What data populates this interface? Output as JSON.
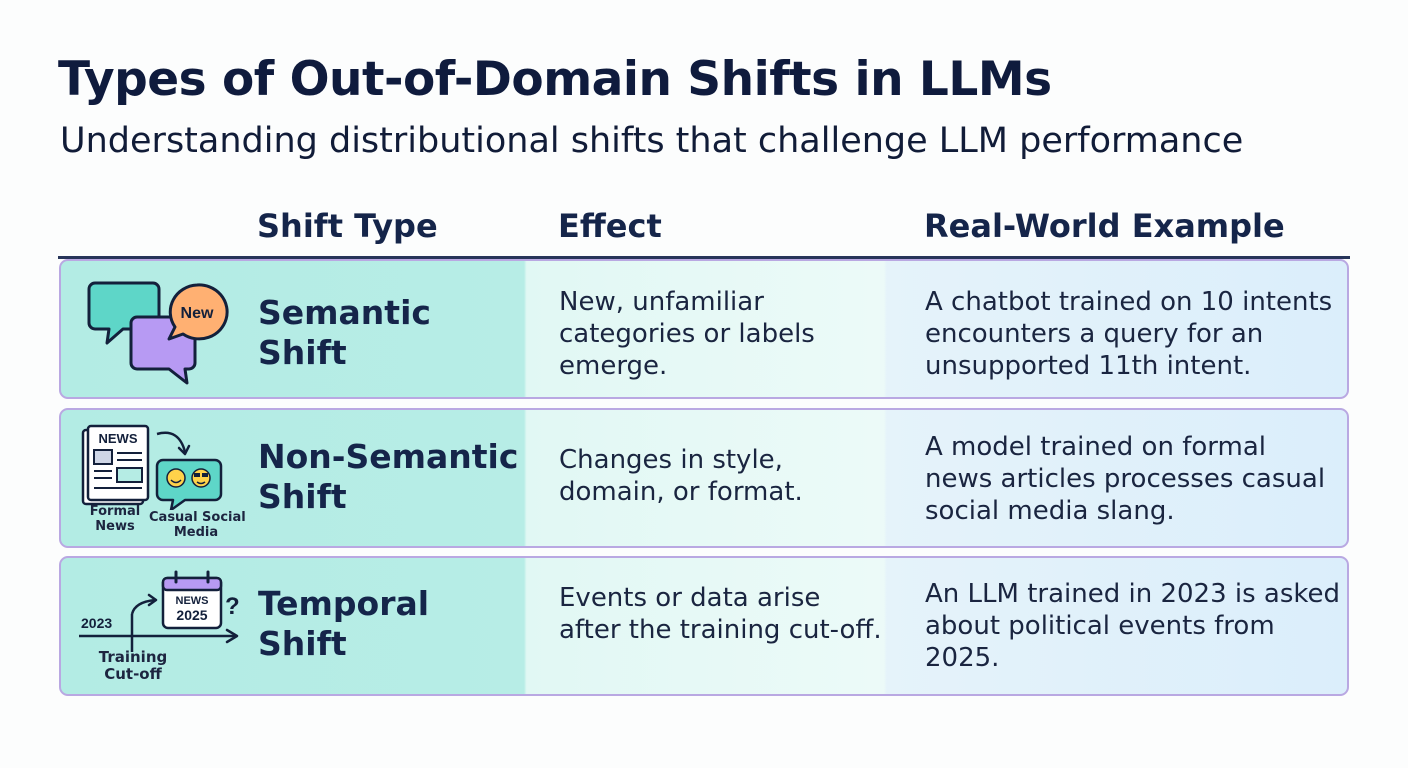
{
  "header": {
    "title": "Types of Out-of-Domain Shifts in LLMs",
    "subtitle": "Understanding distributional shifts that challenge LLM performance"
  },
  "columns": {
    "shift_type": "Shift Type",
    "effect": "Effect",
    "example": "Real-World Example"
  },
  "rows": [
    {
      "name_line1": "Semantic",
      "name_line2": "Shift",
      "icon_text": "New",
      "effect_lines": [
        "New, unfamiliar",
        "categories or labels",
        "emerge."
      ],
      "example_lines": [
        "A chatbot trained on 10 intents",
        "encounters a query for an",
        "unsupported 11th intent."
      ]
    },
    {
      "name_line1": "Non-Semantic",
      "name_line2": "Shift",
      "icon_news": "NEWS",
      "icon_label_left_1": "Formal",
      "icon_label_left_2": "News",
      "icon_label_right_1": "Casual Social",
      "icon_label_right_2": "Media",
      "effect_lines": [
        "Changes in style,",
        "domain, or format."
      ],
      "example_lines": [
        "A model trained on formal",
        "news articles processes casual",
        "social media slang."
      ]
    },
    {
      "name_line1": "Temporal",
      "name_line2": "Shift",
      "icon_year": "2023",
      "icon_news": "NEWS",
      "icon_news_year": "2025",
      "icon_label_1": "Training",
      "icon_label_2": "Cut-off",
      "effect_lines": [
        "Events or data arise",
        "after the training cut-off."
      ],
      "example_lines": [
        "An LLM trained in 2023 is asked",
        "about political events from",
        "2025."
      ]
    }
  ],
  "colors": {
    "title": "#0f1b3d",
    "row_border": "#b9a8e2",
    "teal_icon": "#5ed6c8",
    "purple_icon": "#b79af3",
    "orange_icon": "#ffb072"
  }
}
